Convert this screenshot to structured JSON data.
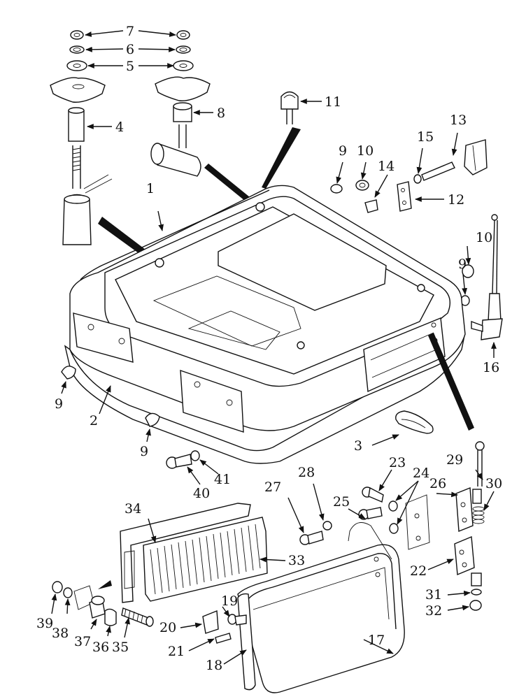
{
  "diagram": {
    "callouts": [
      {
        "id": "c7a",
        "label": "7"
      },
      {
        "id": "c6a",
        "label": "6"
      },
      {
        "id": "c5a",
        "label": "5"
      },
      {
        "id": "c4",
        "label": "4"
      },
      {
        "id": "c8",
        "label": "8"
      },
      {
        "id": "c11",
        "label": "11"
      },
      {
        "id": "c13",
        "label": "13"
      },
      {
        "id": "c15",
        "label": "15"
      },
      {
        "id": "c10a",
        "label": "10"
      },
      {
        "id": "c9a",
        "label": "9"
      },
      {
        "id": "c14",
        "label": "14"
      },
      {
        "id": "c12",
        "label": "12"
      },
      {
        "id": "c1",
        "label": "1"
      },
      {
        "id": "c10b",
        "label": "10"
      },
      {
        "id": "c9b",
        "label": "9"
      },
      {
        "id": "c16",
        "label": "16"
      },
      {
        "id": "c9c",
        "label": "9"
      },
      {
        "id": "c2",
        "label": "2"
      },
      {
        "id": "c9d",
        "label": "9"
      },
      {
        "id": "c3",
        "label": "3"
      },
      {
        "id": "c29",
        "label": "29"
      },
      {
        "id": "c23",
        "label": "23"
      },
      {
        "id": "c24",
        "label": "24"
      },
      {
        "id": "c26",
        "label": "26"
      },
      {
        "id": "c30",
        "label": "30"
      },
      {
        "id": "c28",
        "label": "28"
      },
      {
        "id": "c27",
        "label": "27"
      },
      {
        "id": "c25",
        "label": "25"
      },
      {
        "id": "c40",
        "label": "40"
      },
      {
        "id": "c41",
        "label": "41"
      },
      {
        "id": "c34",
        "label": "34"
      },
      {
        "id": "c33",
        "label": "33"
      },
      {
        "id": "c22",
        "label": "22"
      },
      {
        "id": "c31",
        "label": "31"
      },
      {
        "id": "c32",
        "label": "32"
      },
      {
        "id": "c19",
        "label": "19"
      },
      {
        "id": "c20",
        "label": "20"
      },
      {
        "id": "c21",
        "label": "21"
      },
      {
        "id": "c18",
        "label": "18"
      },
      {
        "id": "c17",
        "label": "17"
      },
      {
        "id": "c39",
        "label": "39"
      },
      {
        "id": "c38",
        "label": "38"
      },
      {
        "id": "c37",
        "label": "37"
      },
      {
        "id": "c36",
        "label": "36"
      },
      {
        "id": "c35",
        "label": "35"
      }
    ]
  }
}
